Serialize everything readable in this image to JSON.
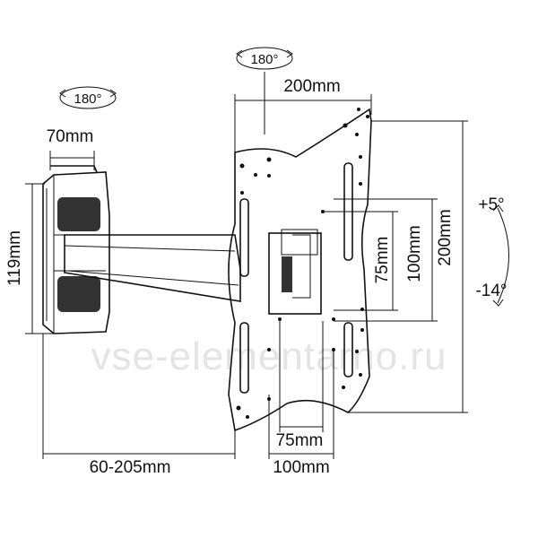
{
  "dimensions": {
    "top_rotation": "180°",
    "side_rotation": "180°",
    "plate_width": "200mm",
    "plate_height": "200mm",
    "arm_joint_width": "70mm",
    "wall_plate_height": "119mm",
    "arm_extension": "60-205mm",
    "vesa_h_small": "75mm",
    "vesa_h_large": "100mm",
    "vesa_v_small": "75mm",
    "vesa_v_large": "100mm",
    "tilt_up": "+5°",
    "tilt_down": "-14°"
  },
  "watermark": "vse-elementarno.ru"
}
